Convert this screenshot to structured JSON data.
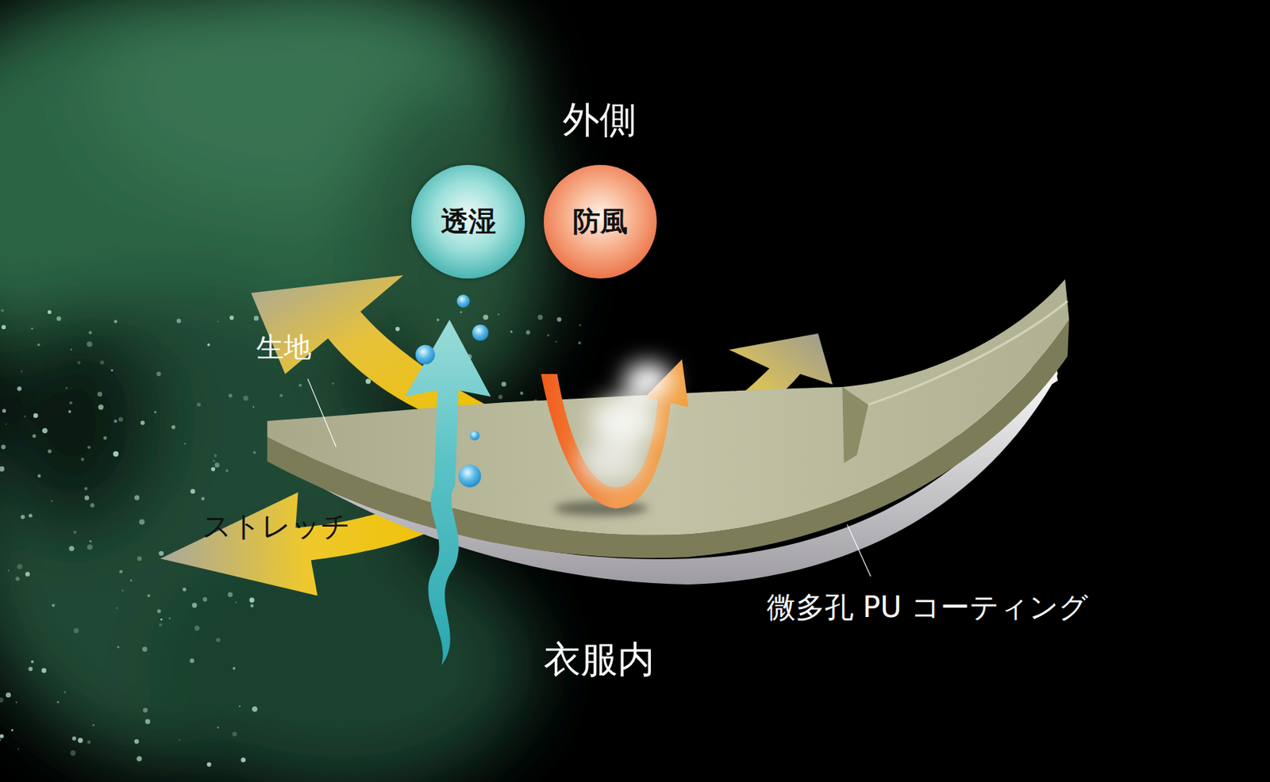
{
  "diagram": {
    "nodes": [
      {
        "text": [
          "透湿"
        ]
      },
      {
        "text": [
          "防風"
        ]
      }
    ],
    "labels": [
      "外側",
      "生地",
      "ストレッチ",
      "微多孔 PU コーティング",
      "衣服内"
    ]
  }
}
